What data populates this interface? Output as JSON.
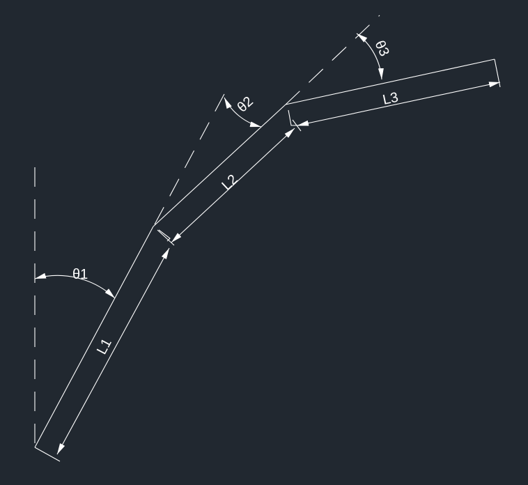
{
  "background_color": "#212830",
  "line_color": "#ffffff",
  "labels": {
    "theta1": "θ1",
    "theta2": "θ2",
    "theta3": "θ3",
    "L1": "L1",
    "L2": "L2",
    "L3": "L3"
  }
}
